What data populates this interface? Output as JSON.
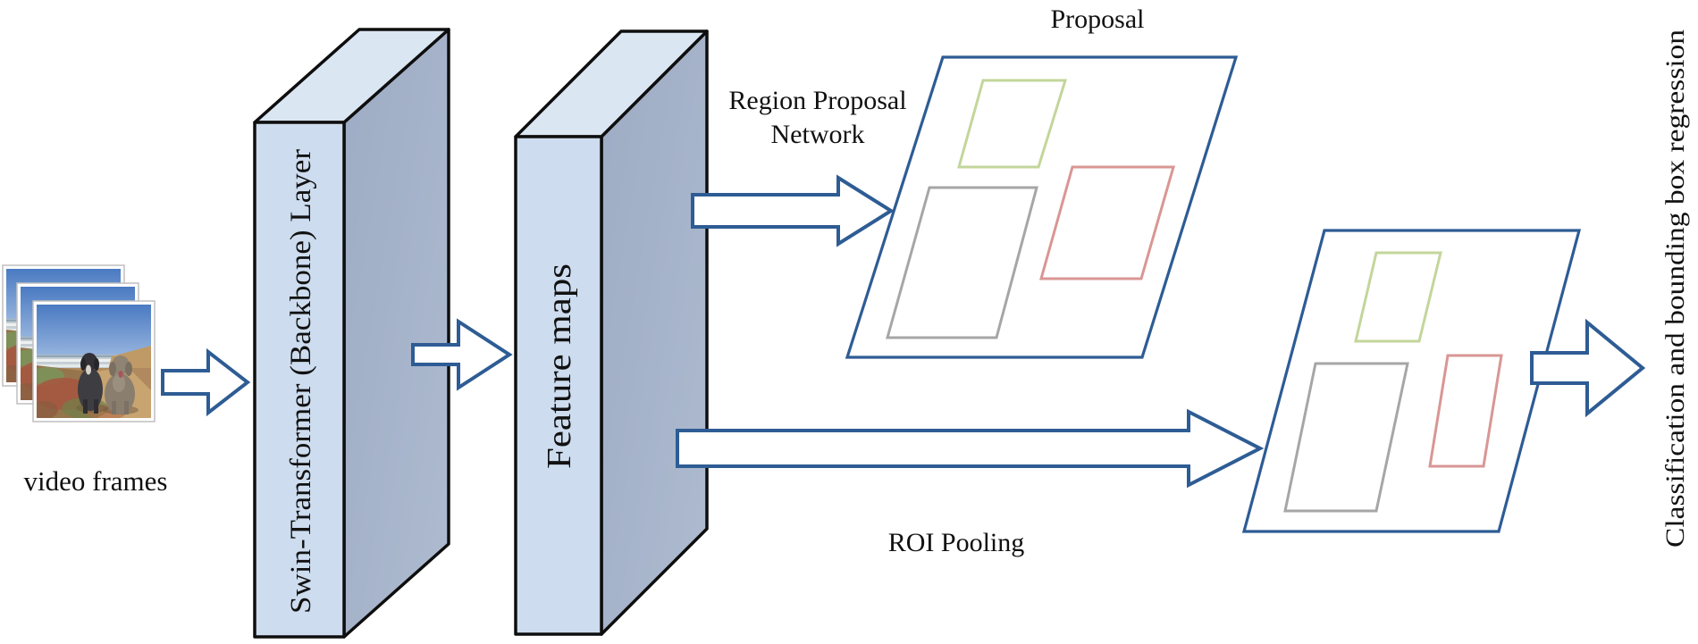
{
  "figure": {
    "type": "architecture-diagram",
    "labels": {
      "video_frames": "video frames",
      "backbone_box": "Swin-Transformer (Backbone) Layer",
      "feature_maps_box": "Feature maps",
      "rpn_line1": "Region Proposal",
      "rpn_line2": "Network",
      "proposal": "Proposal",
      "roi_pooling": "ROI Pooling",
      "output": "Classification and bounding box regression"
    },
    "colors": {
      "box_front": "#cddcee",
      "box_top": "#dbe6f3",
      "box_side": "#a3b1c8",
      "box_outline": "#0e0e0e",
      "arrow_fill": "#ffffff",
      "arrow_and_panel_stroke": "#2e5c94",
      "bbox_green": "#c3d69b",
      "bbox_gray": "#a6a6a6",
      "bbox_red": "#d99694",
      "label_text": "#111111"
    },
    "input": {
      "description": "stack of 3 overlapping video frames showing two dogs sitting on a coastal path",
      "frame_count": 3
    },
    "panels": [
      {
        "name": "Proposal",
        "region_boxes": [
          "green",
          "gray",
          "red"
        ]
      },
      {
        "name": "pooled-features",
        "region_boxes": [
          "green",
          "gray",
          "red"
        ]
      }
    ],
    "flow": [
      {
        "from": "video frames",
        "to": "Swin-Transformer (Backbone) Layer"
      },
      {
        "from": "Swin-Transformer (Backbone) Layer",
        "to": "Feature maps"
      },
      {
        "from": "Feature maps",
        "to": "Proposal",
        "via": "Region Proposal Network"
      },
      {
        "from": "Feature maps",
        "to": "pooled-features",
        "via": "ROI Pooling"
      },
      {
        "from": "pooled-features",
        "to": "Classification and bounding box regression"
      }
    ]
  }
}
